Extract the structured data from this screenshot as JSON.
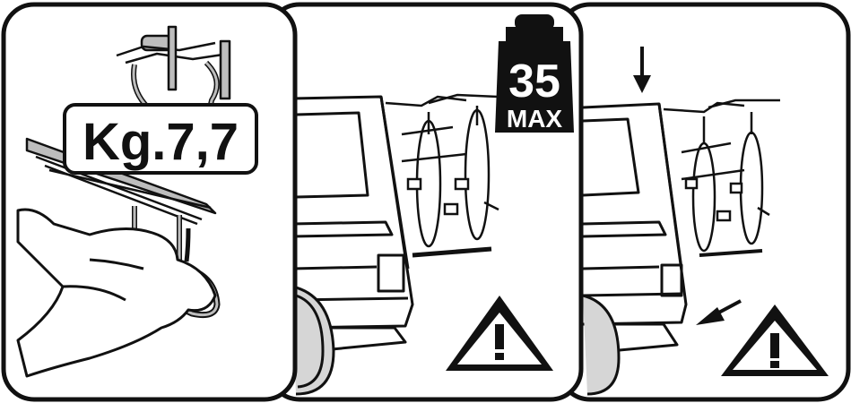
{
  "panels": [
    {
      "name": "rack-weight",
      "weight_label": "Kg.7,7"
    },
    {
      "name": "max-load",
      "max_weight_number": "35",
      "max_weight_suffix": "MAX"
    },
    {
      "name": "tailgate-check"
    }
  ],
  "colors": {
    "ink": "#111111",
    "background": "#ffffff",
    "rack_gray": "#bdbdbd",
    "tire_gray": "#d6d6d6"
  },
  "icons": [
    "weight-icon",
    "warning-icon",
    "down-arrow-icon",
    "diagonal-arrow-icon"
  ]
}
